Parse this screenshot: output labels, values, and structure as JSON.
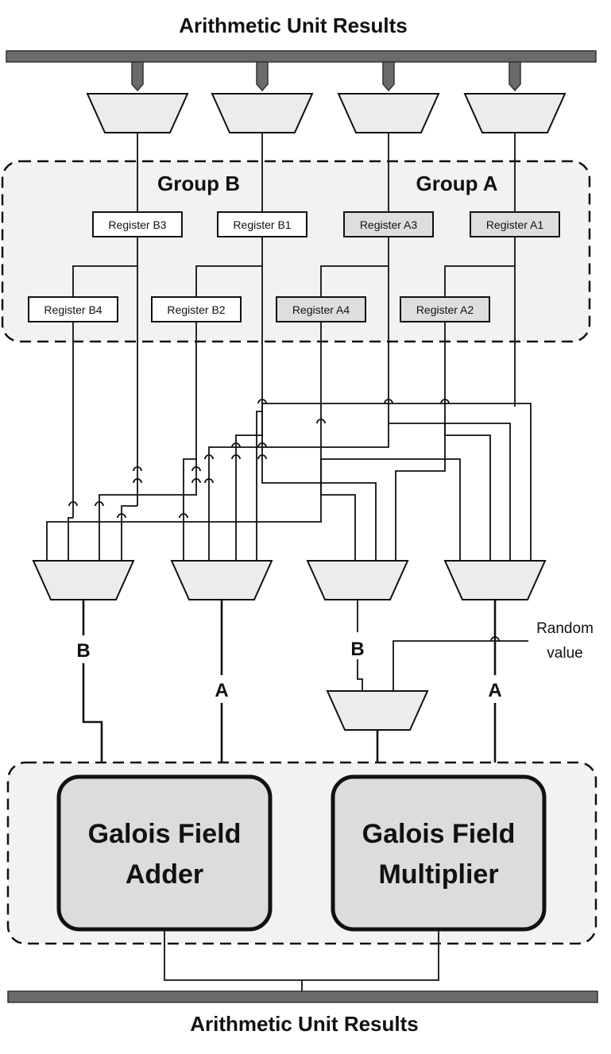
{
  "top_bus_label": "Arithmetic Unit Results",
  "bottom_bus_label": "Arithmetic Unit Results",
  "groups": {
    "group_b_label": "Group B",
    "group_a_label": "Group A"
  },
  "registers": {
    "b3": "Register B3",
    "b1": "Register B1",
    "a3": "Register A3",
    "a1": "Register A1",
    "b4": "Register B4",
    "b2": "Register B2",
    "a4": "Register A4",
    "a2": "Register A2"
  },
  "ports": {
    "adder_b": "B",
    "adder_a": "A",
    "mult_b": "B",
    "mult_a": "A"
  },
  "random_value": {
    "line1": "Random",
    "line2": "value"
  },
  "units": {
    "adder_line1": "Galois Field",
    "adder_line2": "Adder",
    "multiplier_line1": "Galois Field",
    "multiplier_line2": "Multiplier"
  },
  "colors": {
    "bus": "#6b6b6b",
    "group_a_register_fill": "#dedede",
    "group_b_register_fill": "#ffffff",
    "unit_fill": "#dcdcdc",
    "group_box_fill": "#f2f2f2"
  }
}
